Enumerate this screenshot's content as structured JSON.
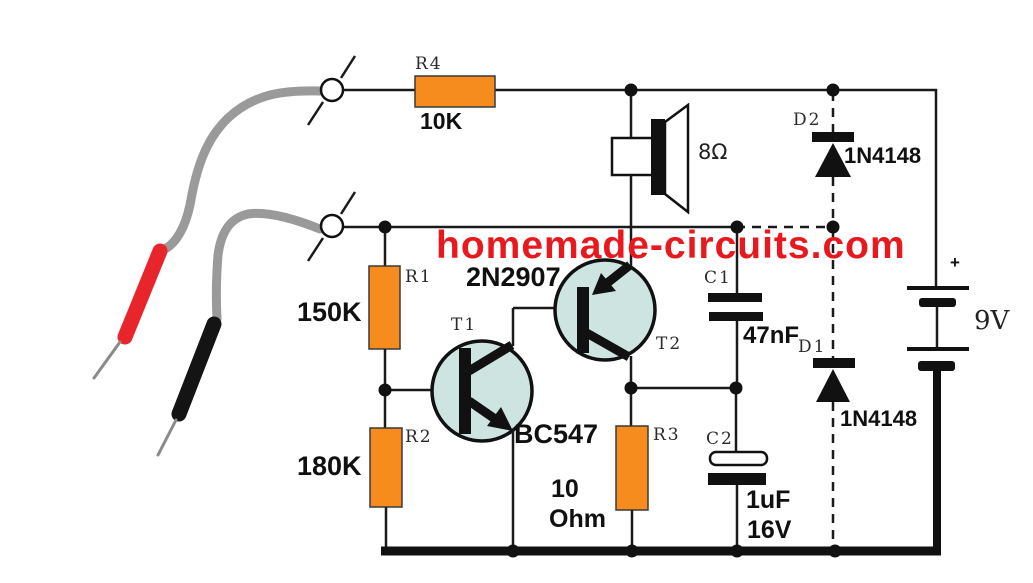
{
  "watermark": {
    "text": "homemade-circuits.com"
  },
  "components": {
    "r1": {
      "ref": "R1",
      "value": "150K"
    },
    "r2": {
      "ref": "R2",
      "value": "180K"
    },
    "r3": {
      "ref": "R3",
      "value_line1": "10",
      "value_line2": "Ohm"
    },
    "r4": {
      "ref": "R4",
      "value": "10K"
    },
    "t1": {
      "ref": "T1",
      "value": "BC547"
    },
    "t2": {
      "ref": "T2",
      "value": "2N2907"
    },
    "c1": {
      "ref": "C1",
      "value": "47nF"
    },
    "c2": {
      "ref": "C2",
      "value_line1": "1uF",
      "value_line2": "16V"
    },
    "d1": {
      "ref": "D1",
      "value": "1N4148"
    },
    "d2": {
      "ref": "D2",
      "value": "1N4148"
    },
    "speaker": {
      "impedance": "8Ω"
    },
    "battery": {
      "voltage": "9V",
      "polarity": "+"
    }
  },
  "colors": {
    "resistor_body": "#f68b1e",
    "transistor_body": "#cde4e1",
    "watermark_red": "#e8191e",
    "probe_red": "#e8252a",
    "probe_black": "#141414",
    "wire_gray": "#9a9a9a",
    "line_black": "#1a1a1a"
  }
}
